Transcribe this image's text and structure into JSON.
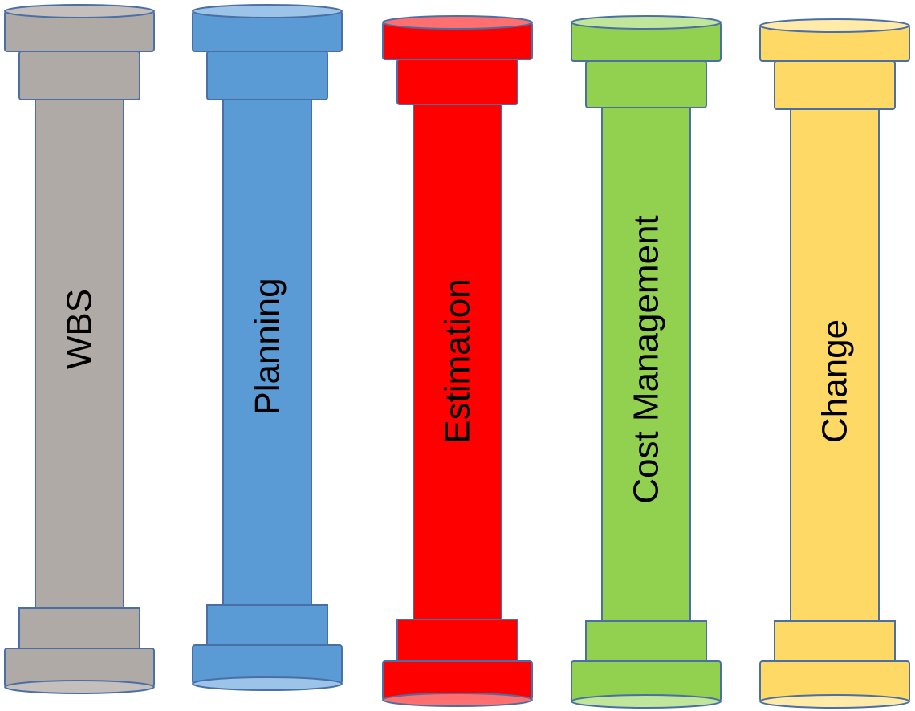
{
  "pillars": [
    {
      "label": "WBS",
      "fill": "#b0aaa7",
      "stroke": "#4a6fa5",
      "topFill": "#c4bfbc"
    },
    {
      "label": "Planning",
      "fill": "#5b9bd5",
      "stroke": "#4a6fa5",
      "topFill": "#9cc3e8"
    },
    {
      "label": "Estimation",
      "fill": "#ff0000",
      "stroke": "#4a6fa5",
      "topFill": "#ff6f6f"
    },
    {
      "label": "Cost Management",
      "fill": "#92d050",
      "stroke": "#4a6fa5",
      "topFill": "#bfe69a"
    },
    {
      "label": "Change",
      "fill": "#ffd966",
      "stroke": "#4a6fa5",
      "topFill": "#ffeaa8"
    }
  ]
}
